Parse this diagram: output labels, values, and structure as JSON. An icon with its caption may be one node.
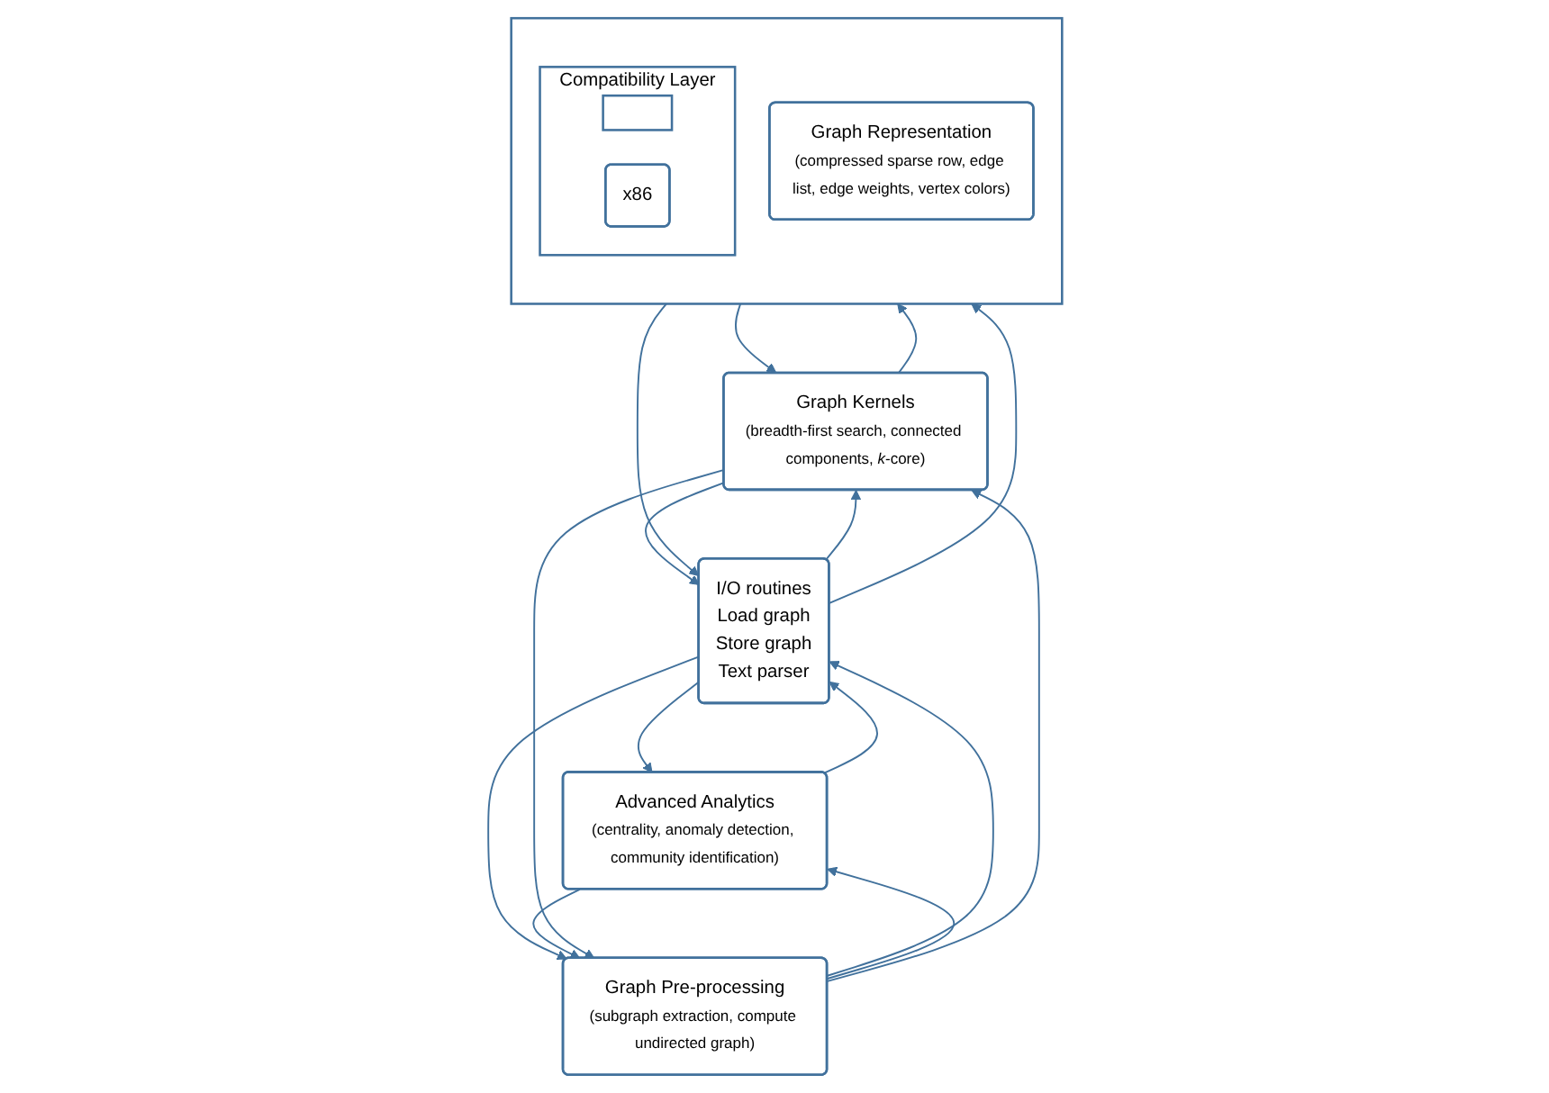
{
  "diagram": {
    "nodes": [
      {
        "text": [
          "I/O routines",
          "Load graph",
          "Store graph",
          "Text parser"
        ]
      },
      {
        "text": [
          "Advanced Analytics",
          "(centrality, anomaly detection, community identification)"
        ]
      },
      {
        "text": [
          "Graph Pre-processing",
          "(subgraph extraction, compute undirected graph)"
        ]
      },
      {
        "text": [
          "Graph Kernels",
          "(breadth-first search, connected components, *k*-core)"
        ]
      },
      {
        "text": [],
        "shape": "box"
      },
      {
        "text": [
          "Compatibility Layer"
        ],
        "in": 4
      },
      {
        "text": [],
        "shape": "box",
        "in": 5
      },
      {
        "text": [
          "x86"
        ],
        "in": 5
      },
      {
        "text": [
          "Graph Representation",
          "(compressed sparse row, edge list, edge weights, vertex colors)"
        ],
        "in": 4
      }
    ],
    "edges": [
      {
        "from": 1,
        "to": 0,
        "arrow": "to"
      },
      {
        "from": 0,
        "to": 1,
        "arrow": "to"
      },
      {
        "from": 2,
        "to": 0,
        "arrow": "to"
      },
      {
        "from": 0,
        "to": 2,
        "arrow": "to"
      },
      {
        "from": 3,
        "to": 0,
        "arrow": "to"
      },
      {
        "from": 0,
        "to": 3,
        "arrow": "to"
      },
      {
        "from": 2,
        "to": 1,
        "arrow": "to"
      },
      {
        "from": 1,
        "to": 2,
        "arrow": "to"
      },
      {
        "from": 3,
        "to": 2,
        "arrow": "to"
      },
      {
        "from": 2,
        "to": 3,
        "arrow": "to"
      },
      {
        "from": 4,
        "to": 3,
        "arrow": "to"
      },
      {
        "from": 3,
        "to": 4,
        "arrow": "to"
      },
      {
        "from": 4,
        "to": 0,
        "arrow": "to"
      },
      {
        "from": 0,
        "to": 4,
        "arrow": "to"
      }
    ]
  }
}
